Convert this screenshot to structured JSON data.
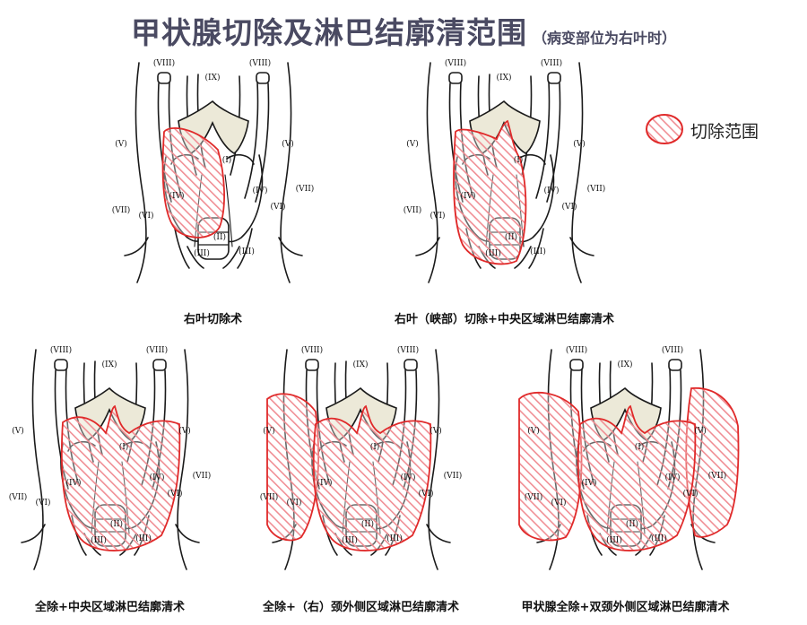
{
  "title": {
    "main": "甲状腺切除及淋巴结廓清范围",
    "sub": "（病变部位为右叶时）"
  },
  "legend": {
    "label": "切除范围"
  },
  "colors": {
    "resection_fill": "#f7c6c9",
    "resection_stroke": "#e02a2a",
    "thyroid_fill": "#ece9d8"
  },
  "panels": [
    {
      "id": "p1",
      "caption": "右叶切除术",
      "labels": {
        "V_r": "(V)",
        "V_l": "(V)",
        "VI_r": "(VI)",
        "VI_l": "(VI)",
        "VII_r": "(VII)",
        "VII_l": "(VII)",
        "VIII_r": "(VIII)",
        "VIII_l": "(VIII)",
        "IX": "(IX)",
        "I": "(I)",
        "II": "(II)",
        "III_r": "(III)",
        "III_l": "(III)",
        "IV_r": "(IV)",
        "IV_l": "(IV)"
      }
    },
    {
      "id": "p2",
      "caption": "右叶（峡部）切除+中央区域淋巴结廓清术",
      "labels": {
        "V_r": "(V)",
        "V_l": "(V)",
        "VI_r": "(VI)",
        "VI_l": "(VI)",
        "VII_r": "(VII)",
        "VII_l": "(VII)",
        "VIII_r": "(VIII)",
        "VIII_l": "(VIII)",
        "IX": "(IX)",
        "I": "(I)",
        "II": "(II)",
        "III_r": "(III)",
        "III_l": "(III)",
        "IV_r": "(IV)",
        "IV_l": "(IV)"
      }
    },
    {
      "id": "p3",
      "caption": "全除+中央区域淋巴结廓清术",
      "labels": {
        "V_r": "(V)",
        "V_l": "(V)",
        "VI_r": "(VI)",
        "VI_l": "(VI)",
        "VII_r": "(VII)",
        "VII_l": "(VII)",
        "VIII_r": "(VIII)",
        "VIII_l": "(VIII)",
        "IX": "(IX)",
        "I": "(I)",
        "II": "(II)",
        "III_r": "(III)",
        "III_l": "(III)",
        "IV_r": "(IV)",
        "IV_l": "(IV)"
      }
    },
    {
      "id": "p4",
      "caption": "全除+（右）颈外侧区域淋巴结廓清术",
      "labels": {
        "V_r": "(V)",
        "V_l": "(V)",
        "VI_r": "(VI)",
        "VI_l": "(VI)",
        "VII_r": "(VII)",
        "VII_l": "(VII)",
        "VIII_r": "(VIII)",
        "VIII_l": "(VIII)",
        "IX": "(IX)",
        "I": "(I)",
        "II": "(II)",
        "III_r": "(III)",
        "III_l": "(III)",
        "IV_r": "(IV)",
        "IV_l": "(IV)"
      }
    },
    {
      "id": "p5",
      "caption": "甲状腺全除+双颈外侧区域淋巴结廓清术",
      "labels": {
        "V_r": "(V)",
        "V_l": "(V)",
        "VI_r": "(VI)",
        "VI_l": "(VI)",
        "VII_r": "(VII)",
        "VII_l": "(VII)",
        "VIII_r": "(VIII)",
        "VIII_l": "(VIII)",
        "IX": "(IX)",
        "I": "(I)",
        "II": "(II)",
        "III_r": "(III)",
        "III_l": "(III)",
        "IV_r": "(IV)",
        "IV_l": "(IV)"
      }
    }
  ]
}
